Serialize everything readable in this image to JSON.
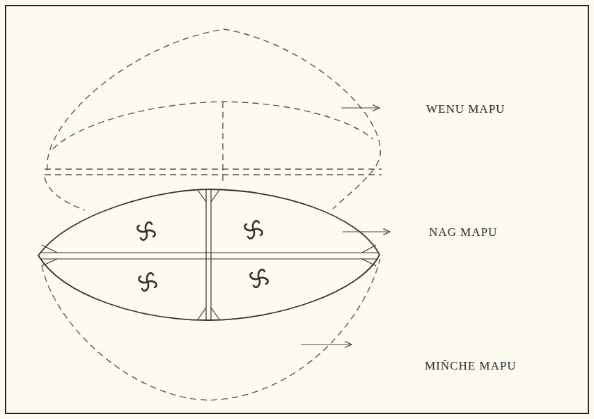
{
  "diagram": {
    "labels": [
      "WENU MAPU",
      "NAG MAPU",
      "MIÑCHE MAPU"
    ]
  }
}
